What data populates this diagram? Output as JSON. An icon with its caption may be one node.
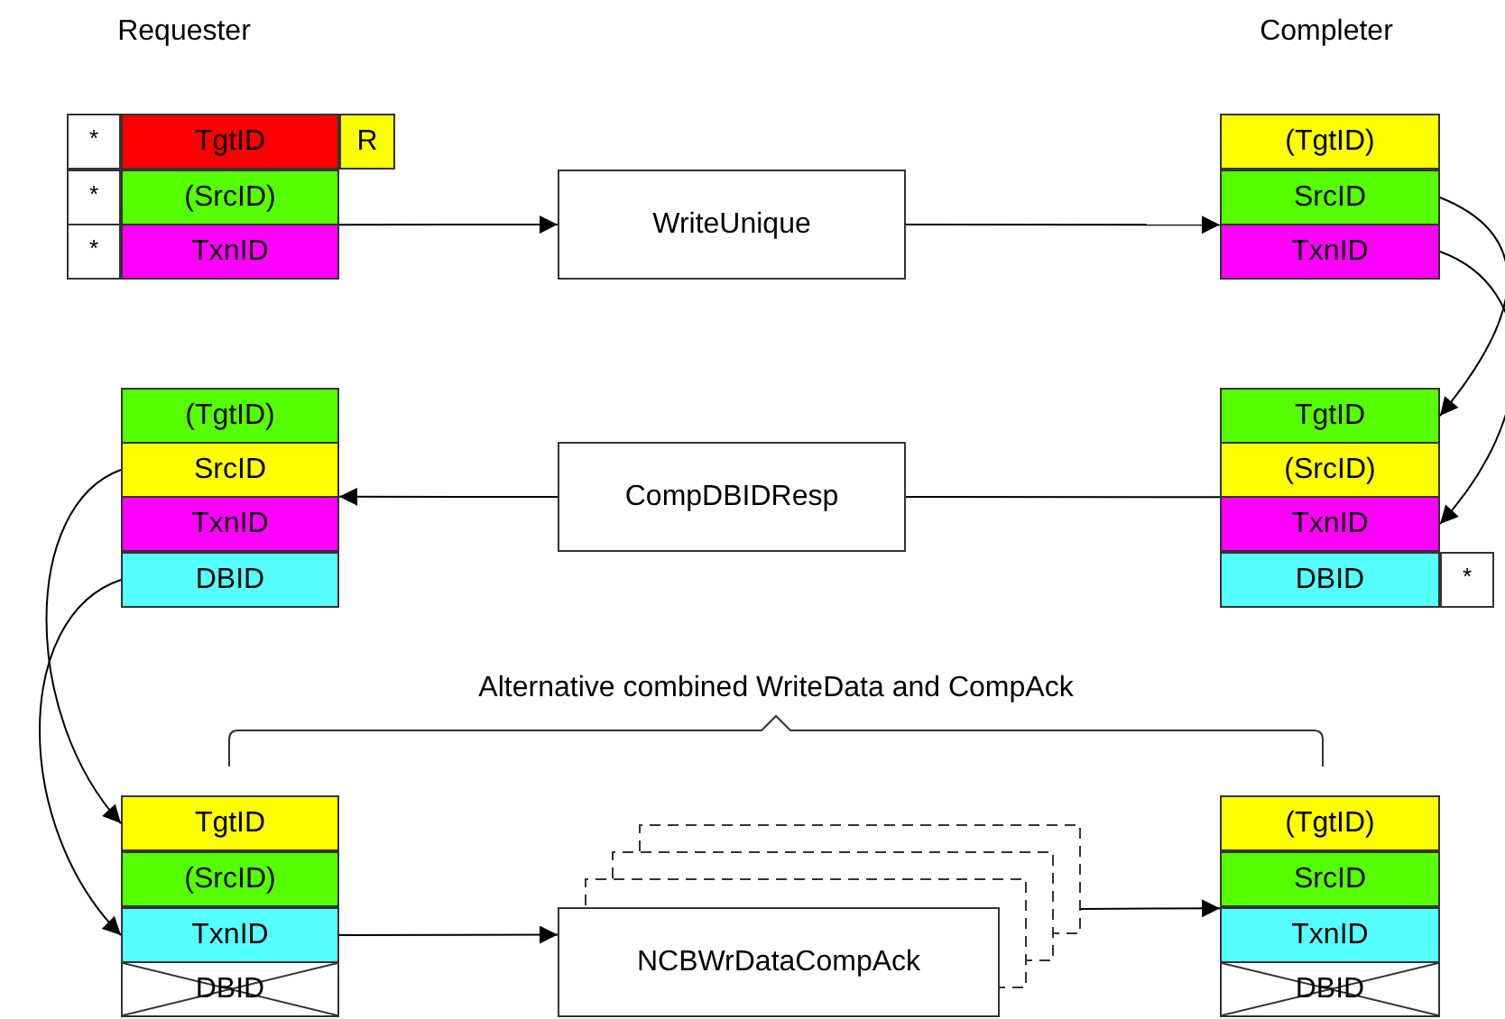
{
  "diagram": {
    "nodes": [
      {
        "text": [
          "*"
        ]
      },
      {
        "text": [
          "TgtID"
        ]
      },
      {
        "text": [
          "R"
        ]
      },
      {
        "text": [
          "*"
        ]
      },
      {
        "text": [
          "(SrcID)"
        ]
      },
      {
        "text": [
          "*"
        ]
      },
      {
        "text": [
          "TxnID"
        ]
      },
      {
        "text": [
          "WriteUnique"
        ]
      },
      {
        "text": [
          "(TgtID)"
        ]
      },
      {
        "text": [
          "SrcID"
        ]
      },
      {
        "text": [
          "TxnID"
        ]
      },
      {
        "text": [
          "TgtID"
        ]
      },
      {
        "text": [
          "(SrcID)"
        ]
      },
      {
        "text": [
          "TxnID"
        ]
      },
      {
        "text": [
          "DBID"
        ]
      },
      {
        "text": [
          "*"
        ]
      },
      {
        "text": [
          "CompDBIDResp"
        ]
      },
      {
        "text": [
          "(TgtID)"
        ]
      },
      {
        "text": [
          "SrcID"
        ]
      },
      {
        "text": [
          "TxnID"
        ]
      },
      {
        "text": [
          "DBID"
        ]
      },
      {
        "text": [
          "TgtID"
        ]
      },
      {
        "text": [
          "(SrcID)"
        ]
      },
      {
        "text": [
          "TxnID"
        ]
      },
      {
        "text": [
          "DBID"
        ]
      },
      {
        "text": [
          "NCBWrDataCompAck"
        ]
      },
      {
        "text": [],
        "shape": "box"
      },
      {
        "text": [],
        "shape": "box"
      },
      {
        "text": [],
        "shape": "box"
      },
      {
        "text": [
          "(TgtID)"
        ]
      },
      {
        "text": [
          "SrcID"
        ]
      },
      {
        "text": [
          "TxnID"
        ]
      },
      {
        "text": [
          "DBID"
        ]
      }
    ],
    "edges": [
      {
        "from": 6,
        "to": 7,
        "arrow": "to"
      },
      {
        "from": 7,
        "to": 10,
        "arrow": "to"
      },
      {
        "from": 9,
        "to": 11,
        "arrow": "to"
      },
      {
        "from": 10,
        "to": 13,
        "arrow": "to"
      },
      {
        "from": 13,
        "to": 16,
        "arrow": "none"
      },
      {
        "from": 16,
        "to": 18,
        "arrow": "to"
      },
      {
        "from": 18,
        "to": 21,
        "arrow": "to"
      },
      {
        "from": 20,
        "to": 23,
        "arrow": "to"
      },
      {
        "from": 23,
        "to": 25,
        "arrow": "to"
      },
      {
        "from": 28,
        "to": 31,
        "arrow": "to"
      }
    ],
    "labels": [
      "Requester",
      "Completer",
      "Alternative combined WriteData and CompAck"
    ]
  }
}
